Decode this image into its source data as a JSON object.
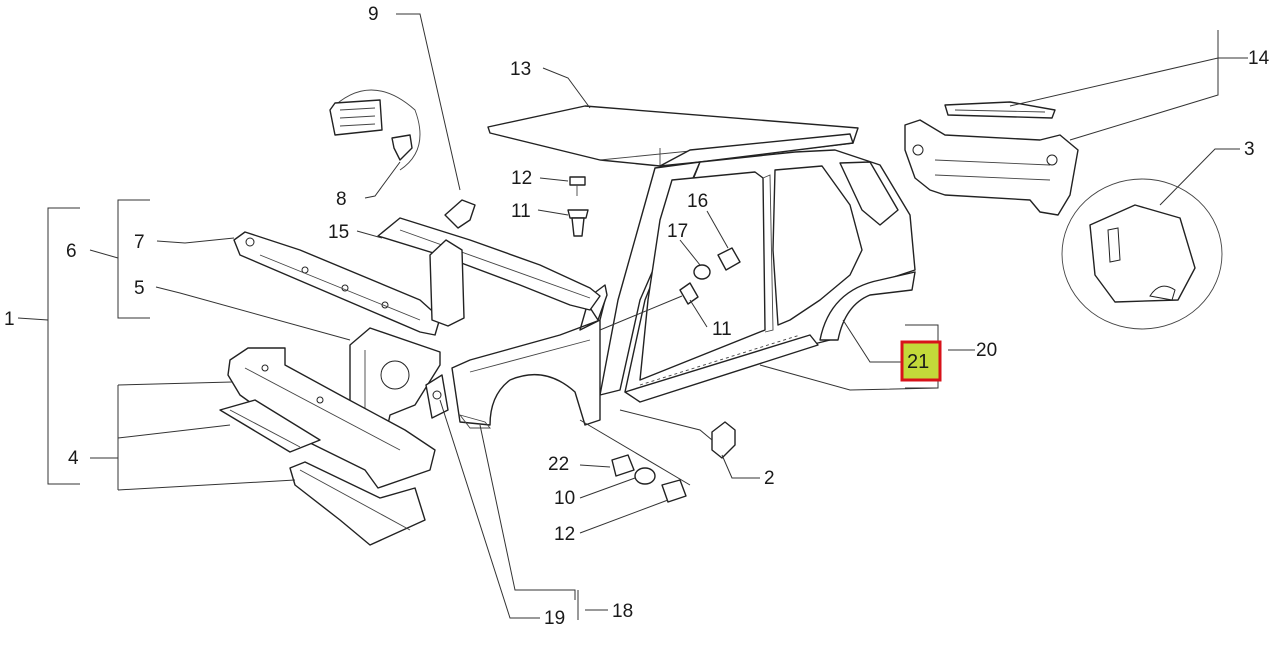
{
  "diagram": {
    "highlighted_part": "21",
    "highlight_colors": {
      "fill": "#c3d93a",
      "border": "#d8121a"
    },
    "labels": {
      "p1": "1",
      "p2": "2",
      "p3": "3",
      "p4": "4",
      "p5": "5",
      "p6": "6",
      "p7": "7",
      "p8": "8",
      "p9": "9",
      "p10": "10",
      "p11a": "11",
      "p11b": "11",
      "p12a": "12",
      "p12b": "12",
      "p13": "13",
      "p14": "14",
      "p15": "15",
      "p16": "16",
      "p17": "17",
      "p18": "18",
      "p19": "19",
      "p20": "20",
      "p21": "21",
      "p22": "22"
    }
  }
}
